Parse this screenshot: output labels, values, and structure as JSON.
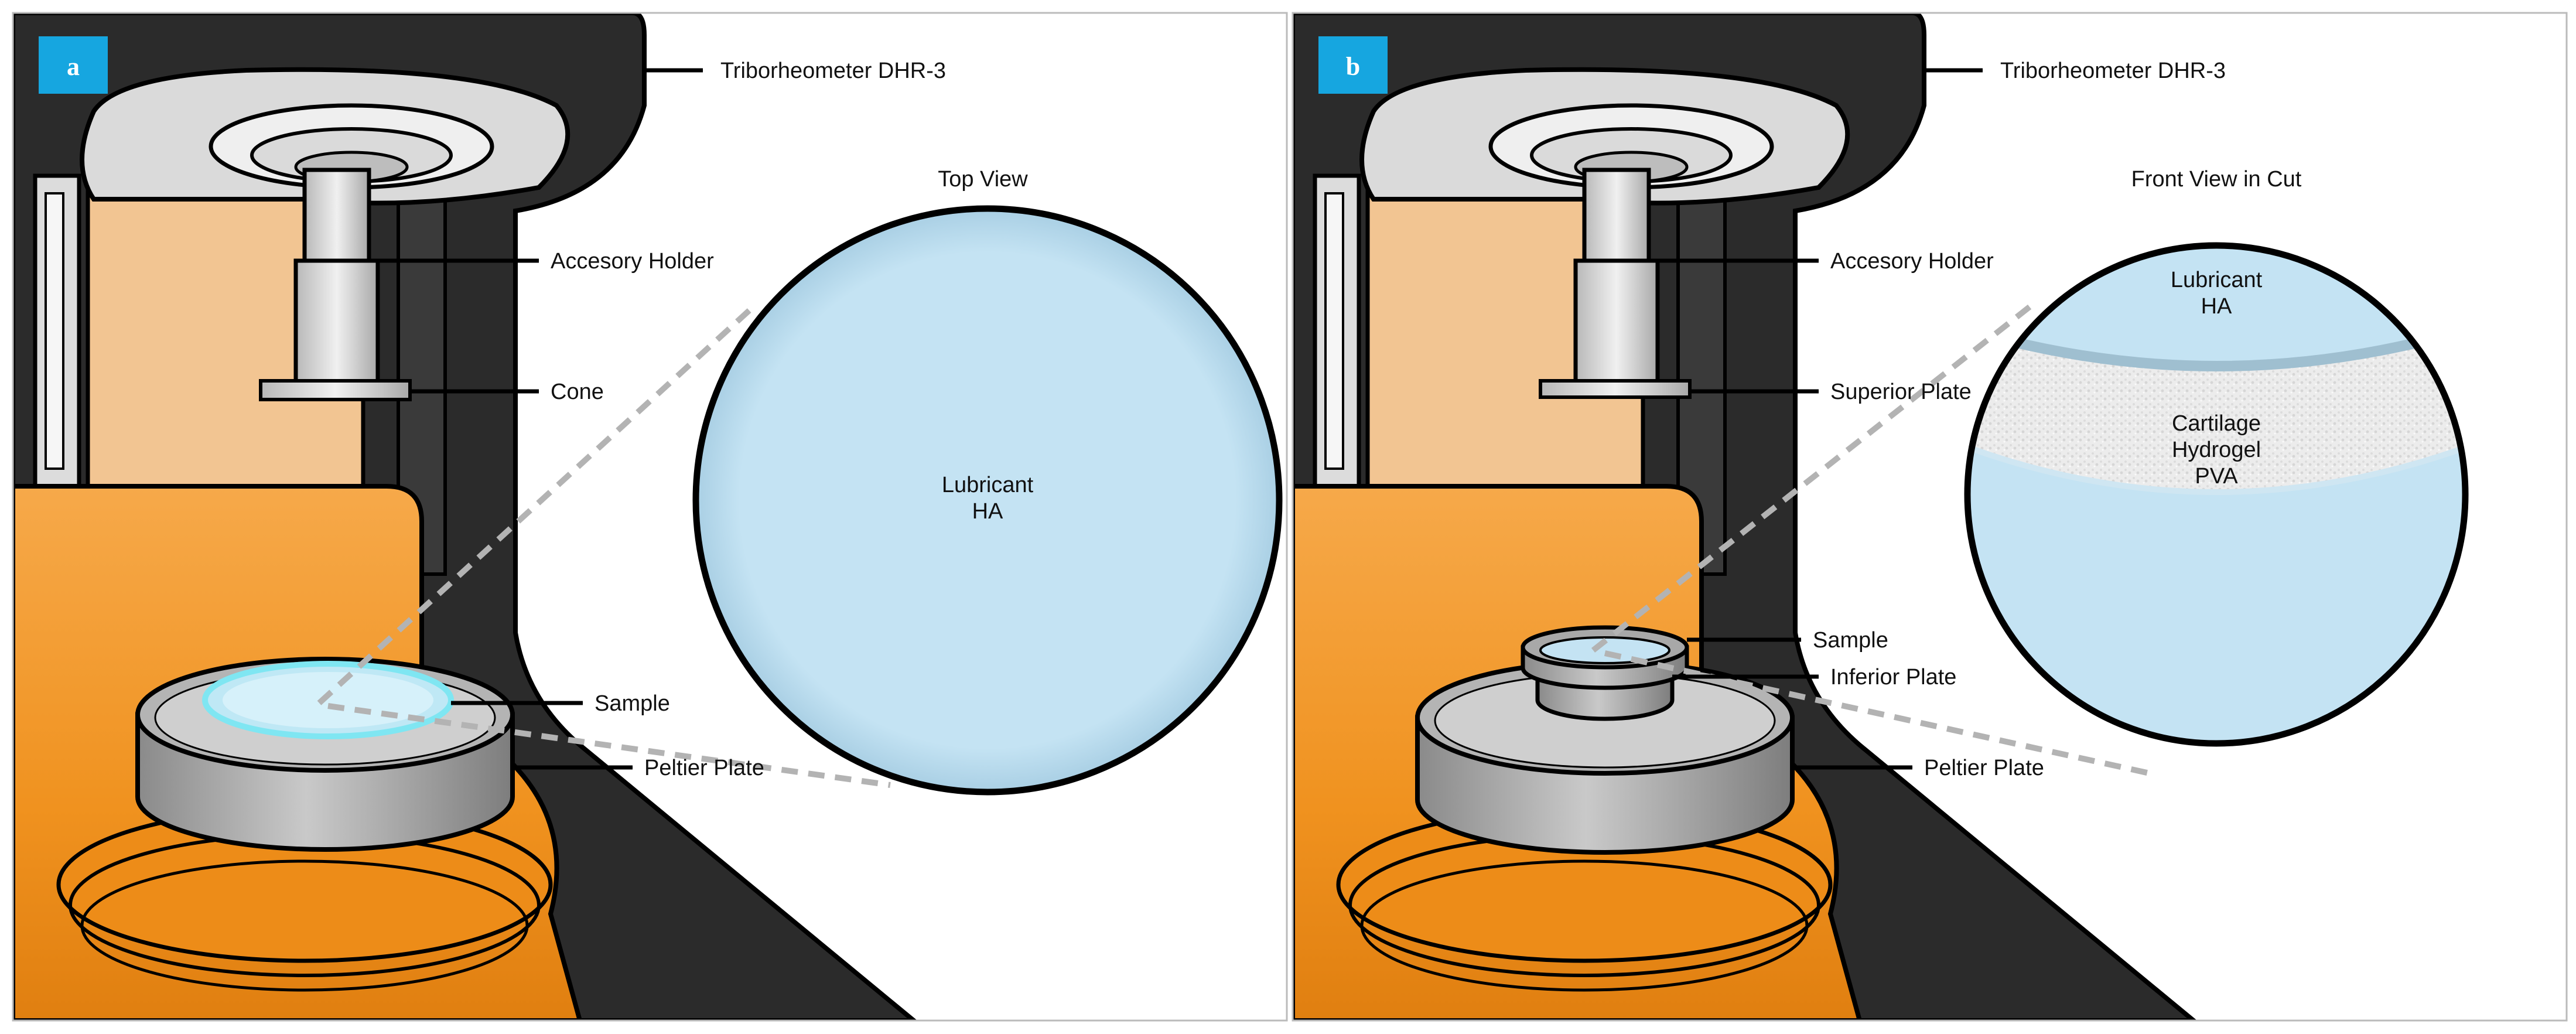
{
  "panels": [
    {
      "badge": "a",
      "labels": {
        "tribometer": "Triborheometer DHR-3",
        "holder": "Accesory Holder",
        "tool": "Cone",
        "sample": "Sample",
        "peltier": "Peltier Plate"
      },
      "view_title": "Top View",
      "magnified": {
        "lubricant_line1": "Lubricant",
        "lubricant_line2": "HA"
      }
    },
    {
      "badge": "b",
      "labels": {
        "tribometer": "Triborheometer DHR-3",
        "holder": "Accesory Holder",
        "tool": "Superior Plate",
        "sample": "Sample",
        "inferior": "Inferior Plate",
        "peltier": "Peltier Plate"
      },
      "view_title": "Front View in Cut",
      "magnified": {
        "lubricant_line1": "Lubricant",
        "lubricant_line2": "HA",
        "cartilage_line1": "Cartilage",
        "cartilage_line2": "Hydrogel",
        "cartilage_line3": "PVA"
      }
    }
  ],
  "colors": {
    "badge": "#16a6e0",
    "frame_dark": "#2b2b2b",
    "orange": "#f0921f",
    "tan": "#f2c592",
    "lubricant": "#c4e3f3",
    "metal": "#9d9d9d"
  }
}
